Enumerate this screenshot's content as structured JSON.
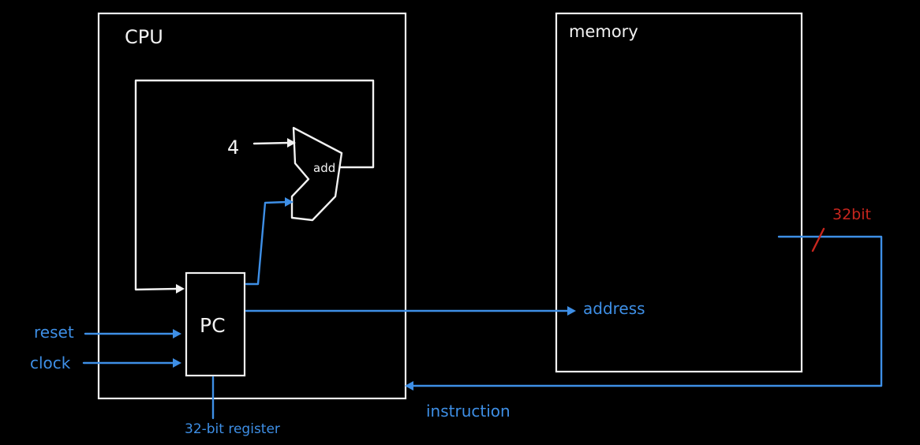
{
  "colors": {
    "background": "#000000",
    "line": "#f2f2f2",
    "signal": "#3e8fe6",
    "annotation": "#c8261e"
  },
  "blocks": {
    "cpu": "CPU",
    "memory": "memory",
    "pc": "PC",
    "adder": "add"
  },
  "constants": {
    "increment": "4"
  },
  "signals": {
    "reset": "reset",
    "clock": "clock",
    "address": "address",
    "instruction": "instruction",
    "register_note": "32-bit register",
    "bus_width": "32bit"
  }
}
